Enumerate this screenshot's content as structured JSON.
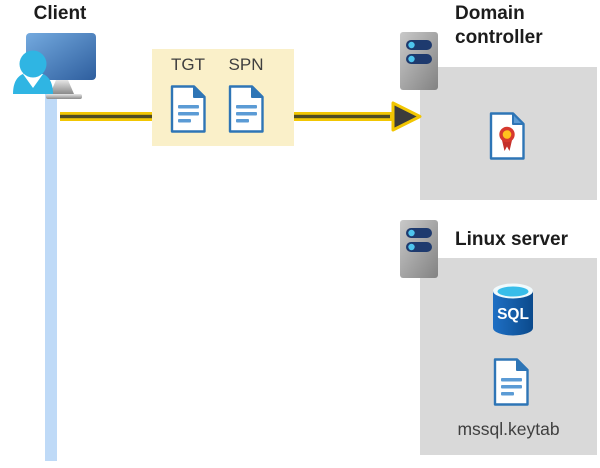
{
  "diagram": {
    "client": {
      "label": "Client"
    },
    "tickets": {
      "tgt_label": "TGT",
      "spn_label": "SPN"
    },
    "domain_controller": {
      "label": "Domain controller"
    },
    "linux_server": {
      "label": "Linux server",
      "sql_label": "SQL",
      "keytab_label": "mssql.keytab"
    },
    "colors": {
      "ticket_box_yellow": "#FAF0C9",
      "server_box_gray": "#D9D9D9",
      "arrow_yellow": "#F2C602",
      "arrow_core": "#4E4B22",
      "arrowhead_gray": "#3C3C3C",
      "client_line_blue": "#BFDAF7",
      "document_border_blue": "#2E75B6",
      "document_line_blue": "#5B9BD5",
      "person_cyan": "#2FB5E3",
      "server_bar_navy": "#1E3A6E",
      "sql_top_cyan": "#38BDE9",
      "certificate_red": "#D6392E",
      "certificate_gold": "#FFC21E"
    }
  }
}
